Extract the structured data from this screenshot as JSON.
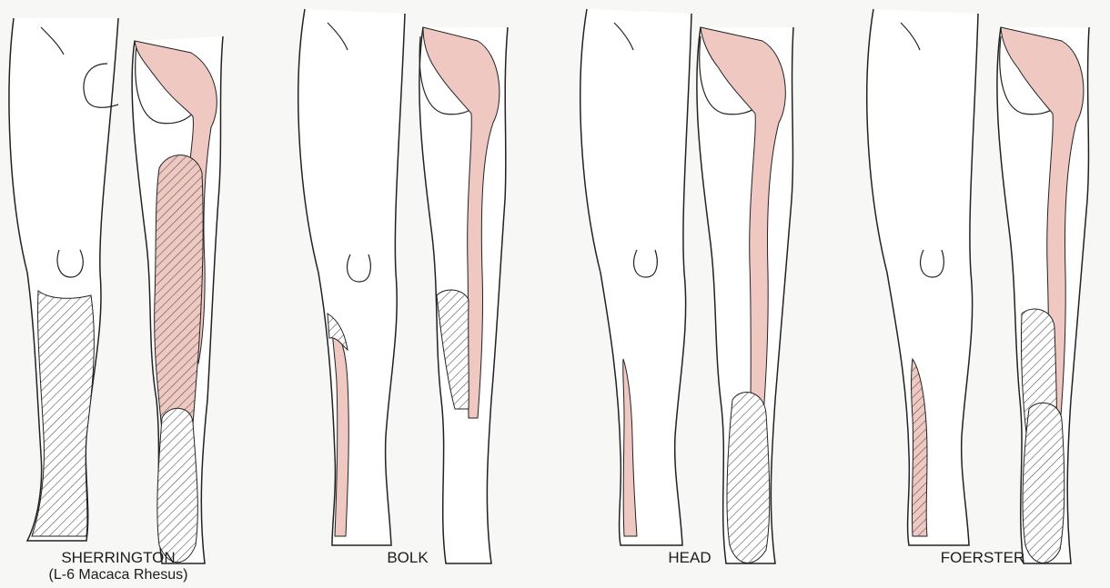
{
  "figure": {
    "panels": [
      {
        "id": "sherrington",
        "title": "SHERRINGTON",
        "subtitle": "(L-6 Macaca Rhesus)"
      },
      {
        "id": "bolk",
        "title": "BOLK",
        "subtitle": ""
      },
      {
        "id": "head",
        "title": "HEAD",
        "subtitle": ""
      },
      {
        "id": "foerster",
        "title": "FOERSTER",
        "subtitle": ""
      }
    ],
    "legend_colors": {
      "skin": "#ffffff",
      "outline": "#222222",
      "dermatome_fill": "#efc8c2",
      "hatch": "#555555"
    }
  }
}
